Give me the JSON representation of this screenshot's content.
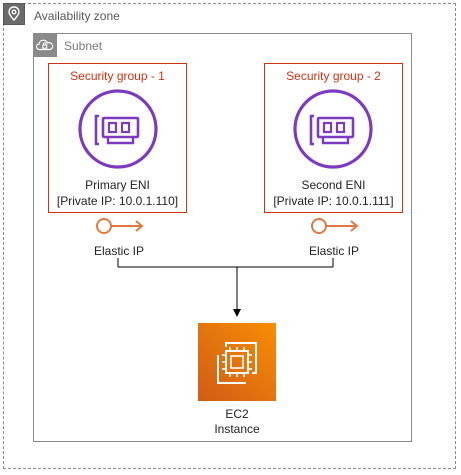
{
  "availability_zone": {
    "label": "Availability zone",
    "icon": "location-pin-icon"
  },
  "subnet": {
    "label": "Subnet",
    "icon": "cloud-lock-icon"
  },
  "security_groups": [
    {
      "label": "Security group - 1",
      "eni": {
        "name": "Primary ENI",
        "ip": "[Private IP: 10.0.1.110]",
        "icon": "network-interface-icon"
      },
      "elastic_ip": {
        "label": "Elastic IP",
        "icon": "elastic-ip-icon"
      }
    },
    {
      "label": "Security group - 2",
      "eni": {
        "name": "Second ENI",
        "ip": "[Private IP: 10.0.1.111]",
        "icon": "network-interface-icon"
      },
      "elastic_ip": {
        "label": "Elastic IP",
        "icon": "elastic-ip-icon"
      }
    }
  ],
  "ec2": {
    "line1": "EC2",
    "line2": "Instance",
    "icon": "ec2-instance-icon"
  },
  "colors": {
    "security_group": "#d13212",
    "eni": "#8c4fff",
    "elastic_ip": "#e07941",
    "ec2_gradient_top": "#f78e04",
    "ec2_gradient_bottom": "#d05c17"
  }
}
